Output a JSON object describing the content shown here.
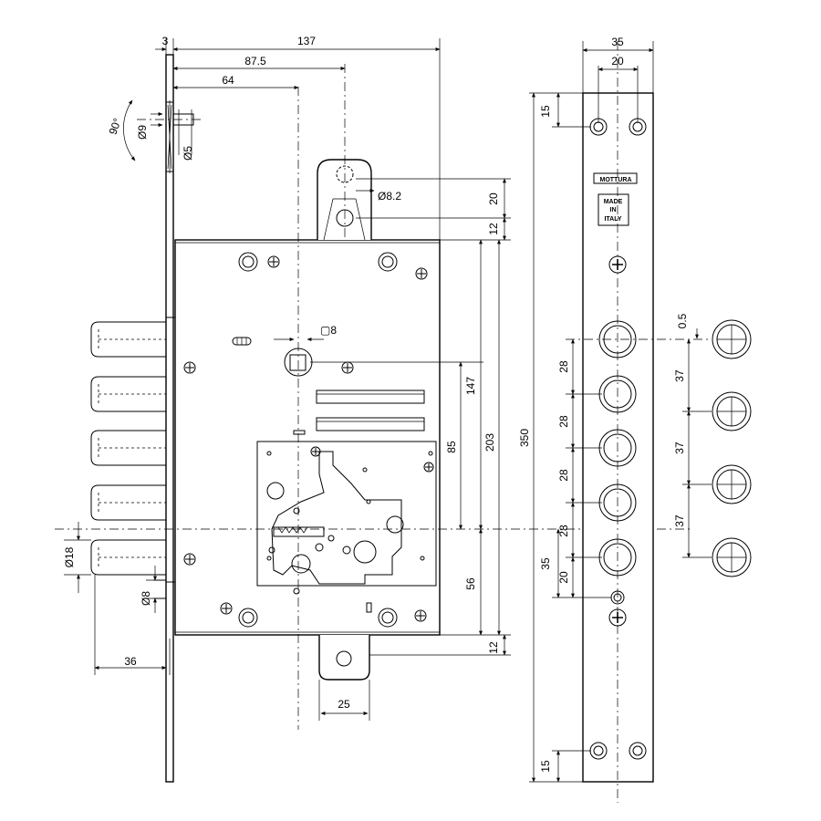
{
  "dimensions": {
    "d3": "3",
    "d137": "137",
    "d87_5": "87.5",
    "d64": "64",
    "angle90": "90°",
    "dia9": "Ø9",
    "dia5": "Ø5",
    "dia8_2": "Ø8.2",
    "sq8": "▢8",
    "d20_top": "20",
    "d12_top": "12",
    "d147": "147",
    "d203": "203",
    "d350": "350",
    "d85": "85",
    "d56": "56",
    "d12_bottom": "12",
    "d25": "25",
    "d36": "36",
    "dia18": "Ø18",
    "dia8": "Ø8",
    "d35_top": "35",
    "d20_top_plate": "20",
    "d15_top": "15",
    "d0_5": "0.5",
    "d28_a": "28",
    "d28_b": "28",
    "d28_c": "28",
    "d28_d": "28",
    "d37_a": "37",
    "d37_b": "37",
    "d37_c": "37",
    "d35_right": "35",
    "d20_right": "20",
    "d15_bottom": "15"
  },
  "plate_text": {
    "brand": "MOTTURA",
    "made_line1": "MADE",
    "made_line2": "IN",
    "made_line3": "ITALY"
  }
}
